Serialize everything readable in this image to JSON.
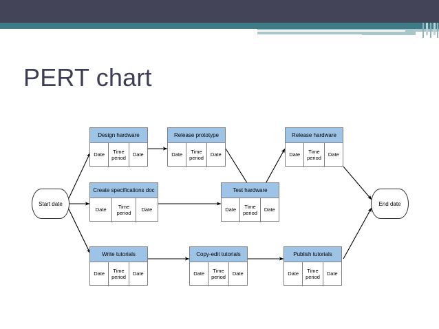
{
  "header": {
    "colors": {
      "dark_band": "#434458",
      "teal_band": "#3d7c87",
      "steel": "#a9c6cc",
      "title_text": "#3d3d56",
      "node_header": "#9dc3e6",
      "node_border": "#808080",
      "edge": "#000000"
    }
  },
  "slide": {
    "title": "PERT chart"
  },
  "diagram": {
    "type": "pert-chart",
    "cell_labels": {
      "start": "Date",
      "duration": "Time period",
      "end": "Date"
    },
    "terminals": [
      {
        "id": "start",
        "label": "Start date"
      },
      {
        "id": "end",
        "label": "End date"
      }
    ],
    "tasks": [
      {
        "id": "design-hardware",
        "label": "Design hardware",
        "row": "top",
        "cells": [
          "Date",
          "Time period",
          "Date"
        ]
      },
      {
        "id": "release-prototype",
        "label": "Release prototype",
        "row": "top",
        "cells": [
          "Date",
          "Time period",
          "Date"
        ]
      },
      {
        "id": "release-hardware",
        "label": "Release hardware",
        "row": "top",
        "cells": [
          "Date",
          "Time period",
          "Date"
        ]
      },
      {
        "id": "create-spec-doc",
        "label": "Create specifications doc",
        "row": "middle",
        "cells": [
          "Date",
          "Time period",
          "Date"
        ]
      },
      {
        "id": "test-hardware",
        "label": "Test hardware",
        "row": "middle",
        "cells": [
          "Date",
          "Time period",
          "Date"
        ]
      },
      {
        "id": "write-tutorials",
        "label": "Write tutorials",
        "row": "bottom",
        "cells": [
          "Date",
          "Time period",
          "Date"
        ]
      },
      {
        "id": "copy-edit-tutorials",
        "label": "Copy-edit tutorials",
        "row": "bottom",
        "cells": [
          "Date",
          "Time period",
          "Date"
        ]
      },
      {
        "id": "publish-tutorials",
        "label": "Publish tutorials",
        "row": "bottom",
        "cells": [
          "Date",
          "Time period",
          "Date"
        ]
      }
    ],
    "edges": [
      {
        "from": "start",
        "to": "design-hardware"
      },
      {
        "from": "start",
        "to": "create-spec-doc"
      },
      {
        "from": "start",
        "to": "write-tutorials"
      },
      {
        "from": "design-hardware",
        "to": "release-prototype"
      },
      {
        "from": "release-prototype",
        "to": "test-hardware"
      },
      {
        "from": "create-spec-doc",
        "to": "test-hardware"
      },
      {
        "from": "test-hardware",
        "to": "release-hardware"
      },
      {
        "from": "write-tutorials",
        "to": "copy-edit-tutorials"
      },
      {
        "from": "copy-edit-tutorials",
        "to": "publish-tutorials"
      },
      {
        "from": "release-hardware",
        "to": "end"
      },
      {
        "from": "publish-tutorials",
        "to": "end"
      }
    ]
  }
}
